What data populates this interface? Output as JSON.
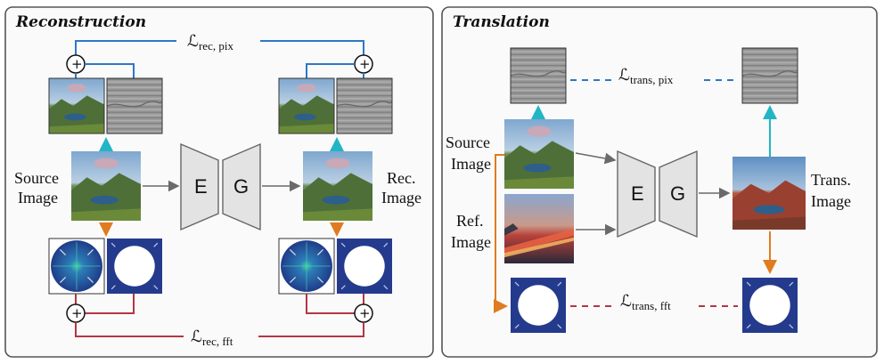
{
  "panels": {
    "reconstruction": {
      "title": "Reconstruction"
    },
    "translation": {
      "title": "Translation"
    }
  },
  "labels": {
    "source_image_1": "Source",
    "source_image_2": "Image",
    "rec_image_1": "Rec.",
    "rec_image_2": "Image",
    "t_source_1": "Source",
    "t_source_2": "Image",
    "ref_image_1": "Ref.",
    "ref_image_2": "Image",
    "trans_image_1": "Trans.",
    "trans_image_2": "Image"
  },
  "network": {
    "encoder": "E",
    "generator": "G"
  },
  "losses": {
    "rec_pix": {
      "base": "ℒ",
      "sub": "rec, pix"
    },
    "rec_fft": {
      "base": "ℒ",
      "sub": "rec, fft"
    },
    "trans_pix": {
      "base": "ℒ",
      "sub": "trans, pix"
    },
    "trans_fft": {
      "base": "ℒ",
      "sub": "trans, fft"
    }
  },
  "ops": {
    "plus": "+"
  },
  "colors": {
    "pixel_loss": "#2f78c4",
    "fft_loss": "#b33645",
    "fft_branch": "#e07b20",
    "pixel_branch": "#21b5c6",
    "flow": "#6a6a6a"
  }
}
